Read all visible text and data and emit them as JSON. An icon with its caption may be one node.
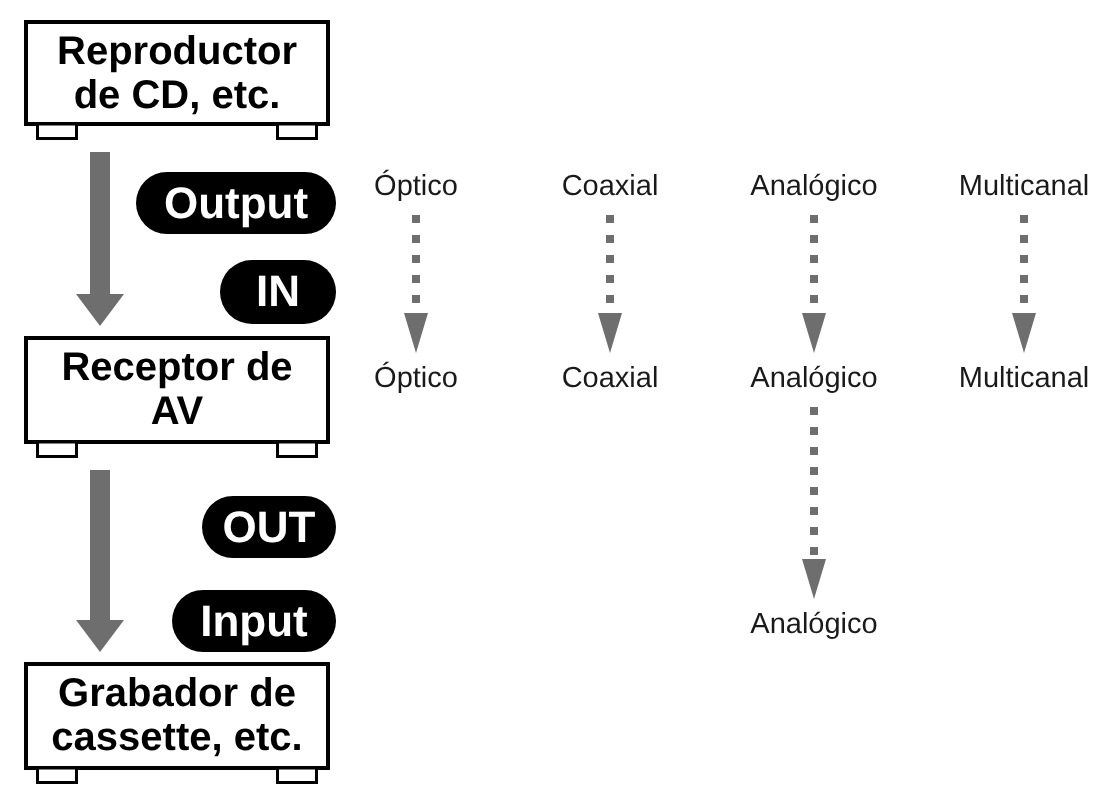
{
  "diagram": {
    "nodes": [
      {
        "text": [
          "Reproductor de CD, etc."
        ]
      },
      {
        "text": [
          "Output"
        ]
      },
      {
        "text": [
          "Óptico"
        ]
      },
      {
        "text": [
          "Coaxial"
        ]
      },
      {
        "text": [
          "Analógico"
        ]
      },
      {
        "text": [
          "Multicanal"
        ]
      },
      {
        "text": [
          "IN"
        ]
      },
      {
        "text": [
          "Receptor de AV"
        ]
      },
      {
        "text": [
          "Óptico"
        ]
      },
      {
        "text": [
          "Coaxial"
        ]
      },
      {
        "text": [
          "Analógico"
        ]
      },
      {
        "text": [
          "Multicanal"
        ]
      },
      {
        "text": [
          "OUT"
        ]
      },
      {
        "text": [
          "Input"
        ]
      },
      {
        "text": [
          "Analógico"
        ]
      },
      {
        "text": [
          "Grabador de cassette, etc."
        ]
      }
    ],
    "edges": [
      {
        "from": 0,
        "to": 7,
        "arrow": "to",
        "style": "thick"
      },
      {
        "from": 7,
        "to": 15,
        "arrow": "to",
        "style": "thick"
      },
      {
        "from": 2,
        "to": 8,
        "arrow": "to",
        "style": "dashed"
      },
      {
        "from": 3,
        "to": 9,
        "arrow": "to",
        "style": "dashed"
      },
      {
        "from": 4,
        "to": 10,
        "arrow": "to",
        "style": "dashed"
      },
      {
        "from": 5,
        "to": 11,
        "arrow": "to",
        "style": "dashed"
      },
      {
        "from": 10,
        "to": 14,
        "arrow": "to",
        "style": "dashed"
      }
    ]
  }
}
